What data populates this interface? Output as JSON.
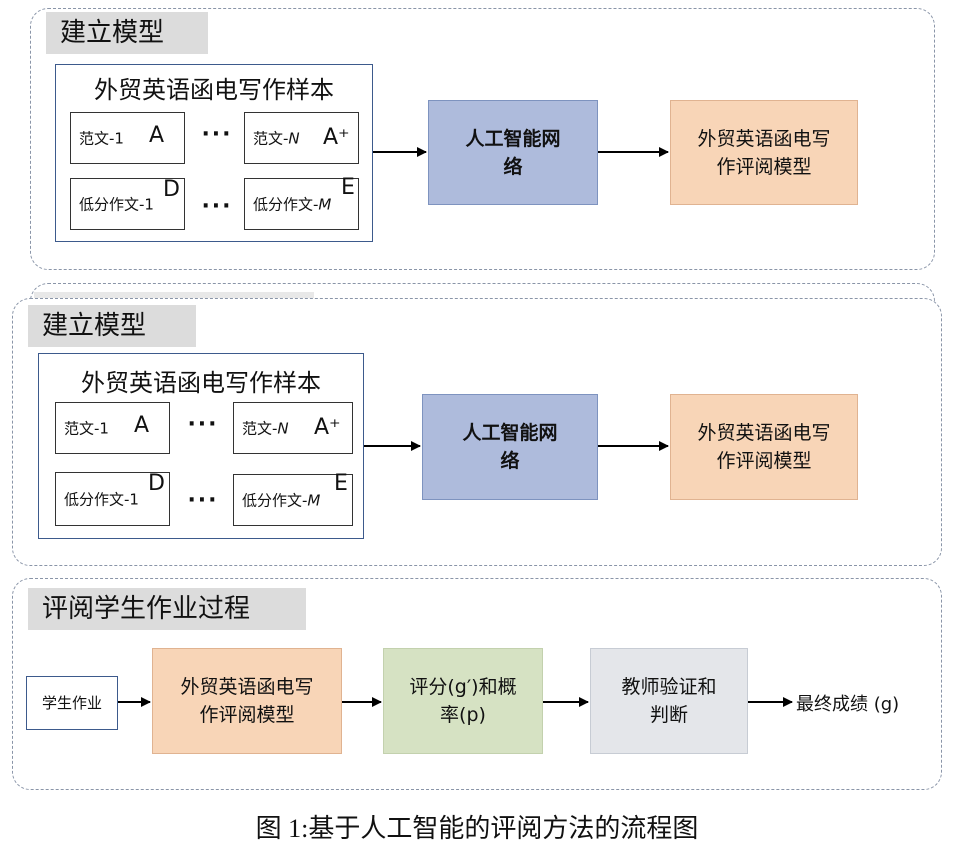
{
  "panels": [
    {
      "tag": "建立模型",
      "samples_title": "外贸英语函电写作样本",
      "essays": [
        {
          "prefix": "范文-",
          "index": "1",
          "grade": "A"
        },
        {
          "prefix": "范文-",
          "index": "N",
          "grade": "A⁺"
        },
        {
          "prefix": "低分作文-",
          "index": "1",
          "grade": "D"
        },
        {
          "prefix": "低分作文-",
          "index": "M",
          "grade": "E"
        }
      ],
      "dots": "···",
      "ai": "人工智能网络",
      "model": "外贸英语函电写作评阅模型"
    },
    {
      "tag": "建立模型",
      "samples_title": "外贸英语函电写作样本",
      "essays": [
        {
          "prefix": "范文-",
          "index": "1",
          "grade": "A"
        },
        {
          "prefix": "范文-",
          "index": "N",
          "grade": "A⁺"
        },
        {
          "prefix": "低分作文-",
          "index": "1",
          "grade": "D"
        },
        {
          "prefix": "低分作文-",
          "index": "M",
          "grade": "E"
        }
      ],
      "dots": "···",
      "ai": "人工智能网络",
      "model": "外贸英语函电写作评阅模型"
    }
  ],
  "process": {
    "tag": "评阅学生作业过程",
    "student": "学生作业",
    "model": "外贸英语函电写作评阅模型",
    "score": "评分(g′)和概率(p)",
    "teacher": "教师验证和判断",
    "final": "最终成绩 (g)"
  },
  "caption": "图 1:基于人工智能的评阅方法的流程图"
}
